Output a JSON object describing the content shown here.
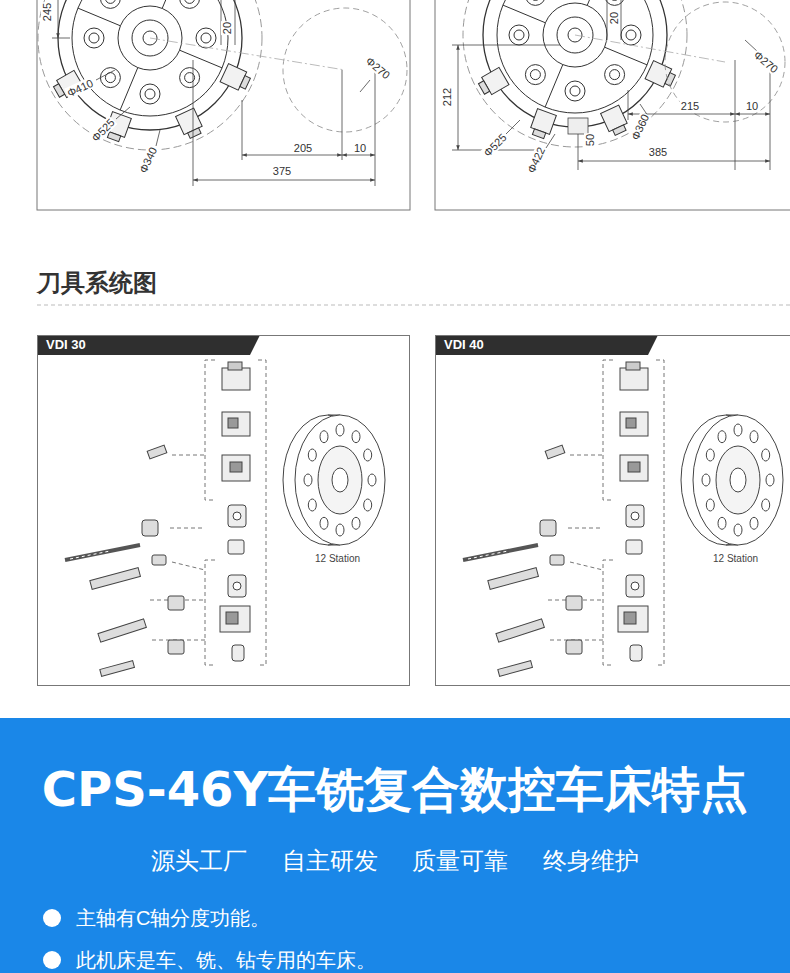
{
  "diagram": {
    "title": "刀具系统图",
    "nodes": [
      {
        "text": [
          "VDI 30",
          "12 Station"
        ]
      },
      {
        "text": [
          "VDI 40",
          "12 Station"
        ]
      },
      {
        "text": [
          "CPS-46Y车铣复合数控车床特点",
          "源头工厂 自主研发 质量可靠 终身维护",
          "主轴有C轴分度功能。",
          "此机床是车、铣、钻专用的车床。"
        ]
      }
    ],
    "labels": [
      "245",
      "20",
      "Φ410",
      "Φ525",
      "Φ340",
      "Φ270",
      "205",
      "10",
      "375",
      "212",
      "20",
      "Φ525",
      "Φ422",
      "50",
      "Φ360",
      "Φ270",
      "215",
      "10",
      "385"
    ]
  }
}
